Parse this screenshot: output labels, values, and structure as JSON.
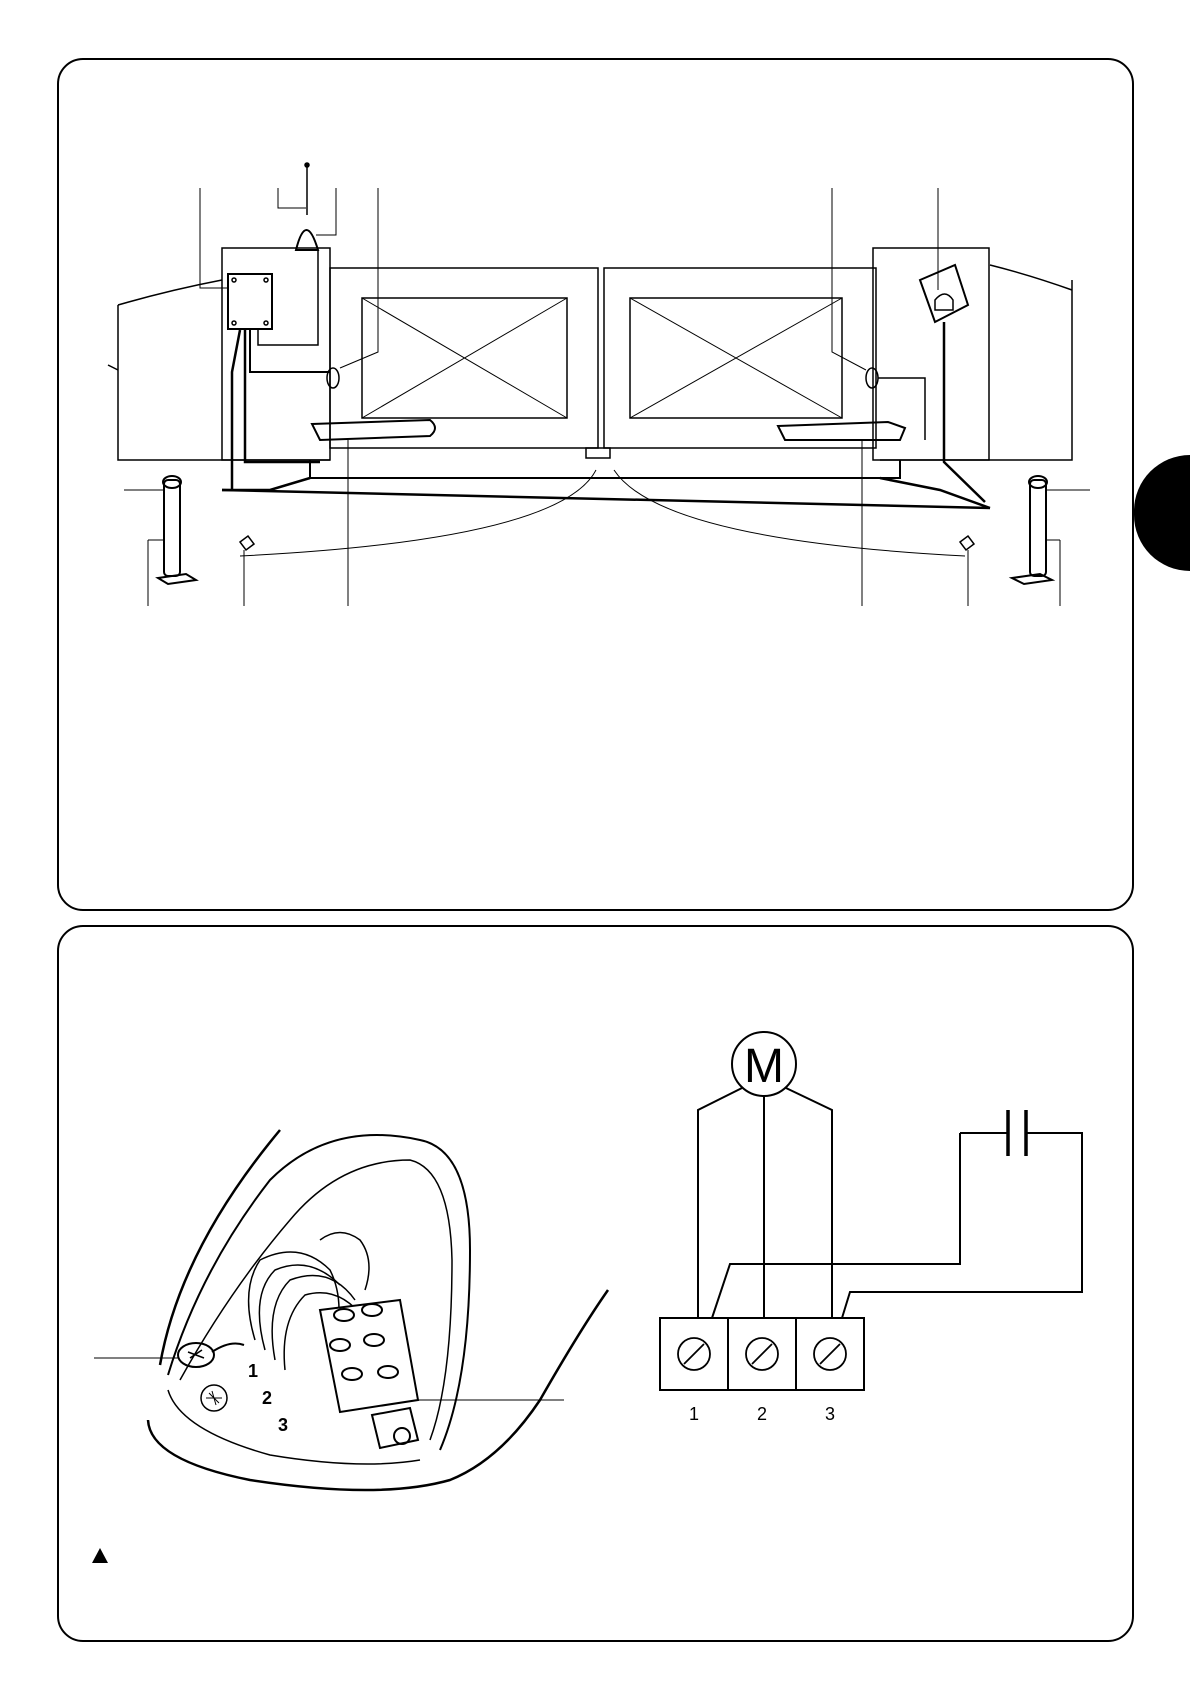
{
  "motor_diagram": {
    "motor_symbol": "M",
    "terminals": [
      "1",
      "2",
      "3"
    ]
  },
  "junction_box": {
    "terminal_numbers": [
      "1",
      "2",
      "3"
    ],
    "ground_icon": "ground-symbol-icon"
  },
  "warning_icon": "warning-triangle-icon",
  "tab_color": "#000000"
}
